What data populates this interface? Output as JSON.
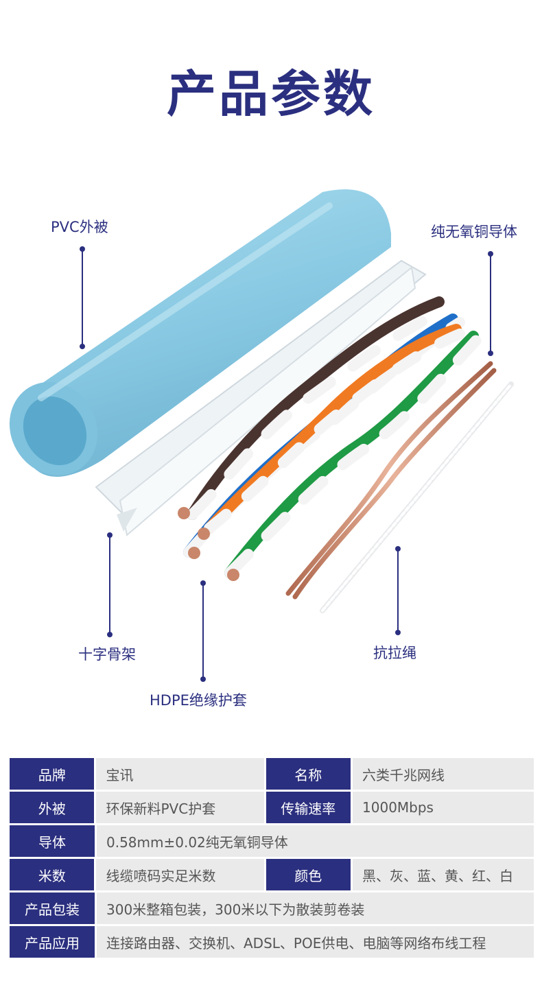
{
  "title": "产品参数",
  "labels": {
    "pvc": "PVC外被",
    "conductor": "纯无氧铜导体",
    "cross": "十字骨架",
    "hdpe": "HDPE绝缘护套",
    "rope": "抗拉绳"
  },
  "colors": {
    "brand": "#2b2f7f",
    "jacket": "#8fcfe6",
    "copper": "#c9866a",
    "pair_brown": "#4a3430",
    "pair_blue": "#1f6fc9",
    "pair_orange": "#f07a22",
    "pair_green": "#1f9a45"
  },
  "specs": {
    "rows": [
      {
        "k1": "品牌",
        "v1": "宝讯",
        "k2": "名称",
        "v2": "六类千兆网线"
      },
      {
        "k1": "外被",
        "v1": "环保新料PVC护套",
        "k2": "传输速率",
        "v2": "1000Mbps"
      },
      {
        "k1": "导体",
        "v1": "0.58mm±0.02纯无氧铜导体"
      },
      {
        "k1": "米数",
        "v1": "线缆喷码实足米数",
        "k2": "颜色",
        "v2": "黑、灰、蓝、黄、红、白"
      },
      {
        "k1": "产品包装",
        "v1": "300米整箱包装，300米以下为散装剪卷装"
      },
      {
        "k1": "产品应用",
        "v1": "连接路由器、交换机、ADSL、POE供电、电脑等网络布线工程"
      }
    ]
  }
}
